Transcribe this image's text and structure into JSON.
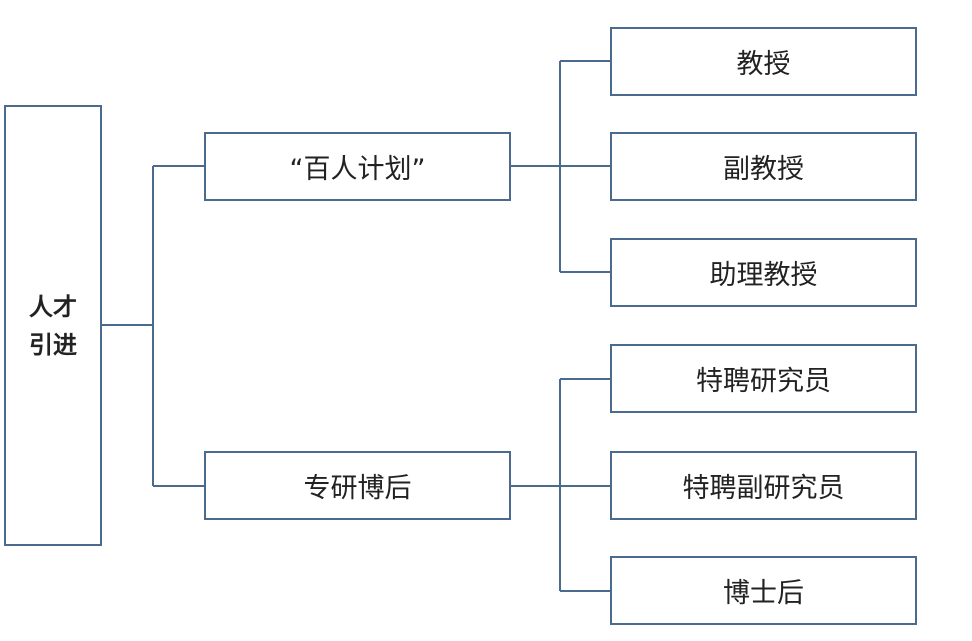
{
  "root": {
    "line1": "人才",
    "line2": "引进"
  },
  "branches": [
    {
      "label": "“百人计划”",
      "children": [
        "教授",
        "副教授",
        "助理教授"
      ]
    },
    {
      "label": "专研博后",
      "children": [
        "特聘研究员",
        "特聘副研究员",
        "博士后"
      ]
    }
  ],
  "colors": {
    "line": "#4a6a8e",
    "text": "#222222",
    "background": "#ffffff"
  }
}
